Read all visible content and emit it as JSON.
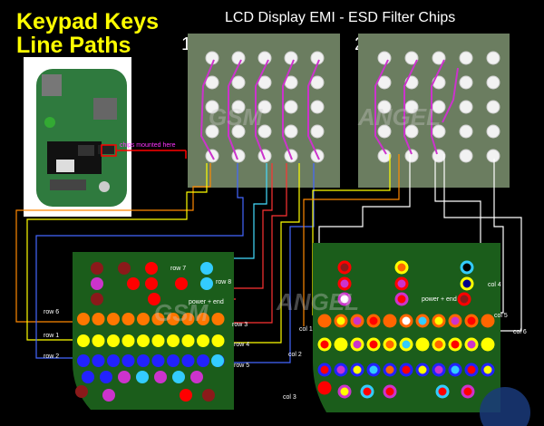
{
  "header": {
    "title_line1": "Keypad Keys",
    "title_line2": "Line Paths",
    "subtitle": "LCD Display EMI - ESD Filter Chips"
  },
  "chips": [
    {
      "label": "1"
    },
    {
      "label": "2"
    }
  ],
  "phone_note": "chips mounted here",
  "left_keypad": {
    "row_labels": [
      "row 7",
      "row 8",
      "row 6",
      "row 1",
      "row 2",
      "row 3",
      "row 4",
      "row 5"
    ],
    "power_end": "power + end"
  },
  "right_keypad": {
    "col_labels": [
      "col 4",
      "col 5",
      "col 6",
      "col 1",
      "col 2",
      "col 3"
    ],
    "power_end": "power + end"
  },
  "colors": {
    "board": "#1b5d1b",
    "chip": "#6b7d60",
    "trace": "#cc33cc",
    "title": "#ffff00"
  }
}
